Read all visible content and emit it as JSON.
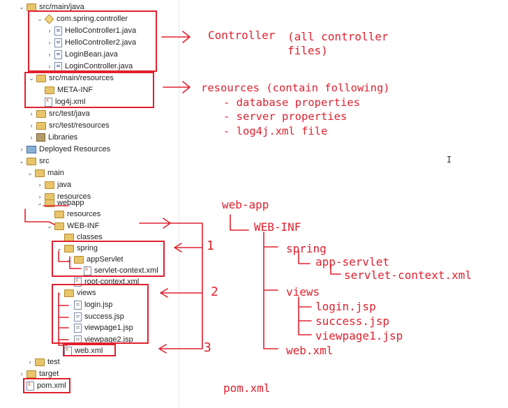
{
  "tree": [
    {
      "label": "src/main/java",
      "icon": "folder",
      "twisty": "v"
    },
    {
      "label": "com.spring.controller",
      "icon": "pkg",
      "twisty": "v"
    },
    {
      "label": "HelloController1.java",
      "icon": "java",
      "twisty": ">"
    },
    {
      "label": "HelloController2.java",
      "icon": "java",
      "twisty": ">"
    },
    {
      "label": "LoginBean.java",
      "icon": "java",
      "twisty": ">"
    },
    {
      "label": "LoginController.java",
      "icon": "java",
      "twisty": ">"
    },
    {
      "label": "src/main/resources",
      "icon": "folder",
      "twisty": "v"
    },
    {
      "label": "META-INF",
      "icon": "folder",
      "twisty": ""
    },
    {
      "label": "log4j.xml",
      "icon": "xml",
      "twisty": ""
    },
    {
      "label": "src/test/java",
      "icon": "folder",
      "twisty": ">"
    },
    {
      "label": "src/test/resources",
      "icon": "folder",
      "twisty": ">"
    },
    {
      "label": "Libraries",
      "icon": "lib",
      "twisty": ">"
    },
    {
      "label": "Deployed Resources",
      "icon": "deploy",
      "twisty": ">"
    },
    {
      "label": "src",
      "icon": "folder",
      "twisty": "v"
    },
    {
      "label": "main",
      "icon": "folder",
      "twisty": "v"
    },
    {
      "label": "java",
      "icon": "folder",
      "twisty": ">"
    },
    {
      "label": "resources",
      "icon": "folder",
      "twisty": ">"
    },
    {
      "label": "webapp",
      "icon": "folder",
      "twisty": "v"
    },
    {
      "label": "resources",
      "icon": "folder",
      "twisty": ""
    },
    {
      "label": "WEB-INF",
      "icon": "folder",
      "twisty": "v"
    },
    {
      "label": "classes",
      "icon": "folder",
      "twisty": ""
    },
    {
      "label": "spring",
      "icon": "folder",
      "twisty": "v"
    },
    {
      "label": "appServlet",
      "icon": "folder",
      "twisty": "v"
    },
    {
      "label": "servlet-context.xml",
      "icon": "xml",
      "twisty": ""
    },
    {
      "label": "root-context.xml",
      "icon": "xml",
      "twisty": ""
    },
    {
      "label": "views",
      "icon": "folder",
      "twisty": "v"
    },
    {
      "label": "login.jsp",
      "icon": "jsp",
      "twisty": ""
    },
    {
      "label": "success.jsp",
      "icon": "jsp",
      "twisty": ""
    },
    {
      "label": "viewpage1.jsp",
      "icon": "jsp",
      "twisty": ""
    },
    {
      "label": "viewpage2.jsp",
      "icon": "jsp",
      "twisty": ""
    },
    {
      "label": "web.xml",
      "icon": "xml",
      "twisty": ""
    },
    {
      "label": "test",
      "icon": "folder",
      "twisty": ">"
    },
    {
      "label": "target",
      "icon": "folder",
      "twisty": ">"
    },
    {
      "label": "pom.xml",
      "icon": "xml",
      "twisty": ""
    }
  ],
  "notes": {
    "controller": "Controller",
    "controller_desc1": "(all controller",
    "controller_desc2": "files)",
    "resources": "resources (contain following)",
    "res_db": "- database properties",
    "res_server": "- server properties",
    "res_log": "- log4j.xml file",
    "webapp": "web-app",
    "webinf": "WEB-INF",
    "spring": "spring",
    "appservlet": "app-servlet",
    "servletctx": "servlet-context.xml",
    "views": "views",
    "login": "login.jsp",
    "success": "success.jsp",
    "viewpage1": "viewpage1.jsp",
    "webxml": "web.xml",
    "pom": "pom.xml",
    "num1": "1",
    "num2": "2",
    "num3": "3"
  }
}
